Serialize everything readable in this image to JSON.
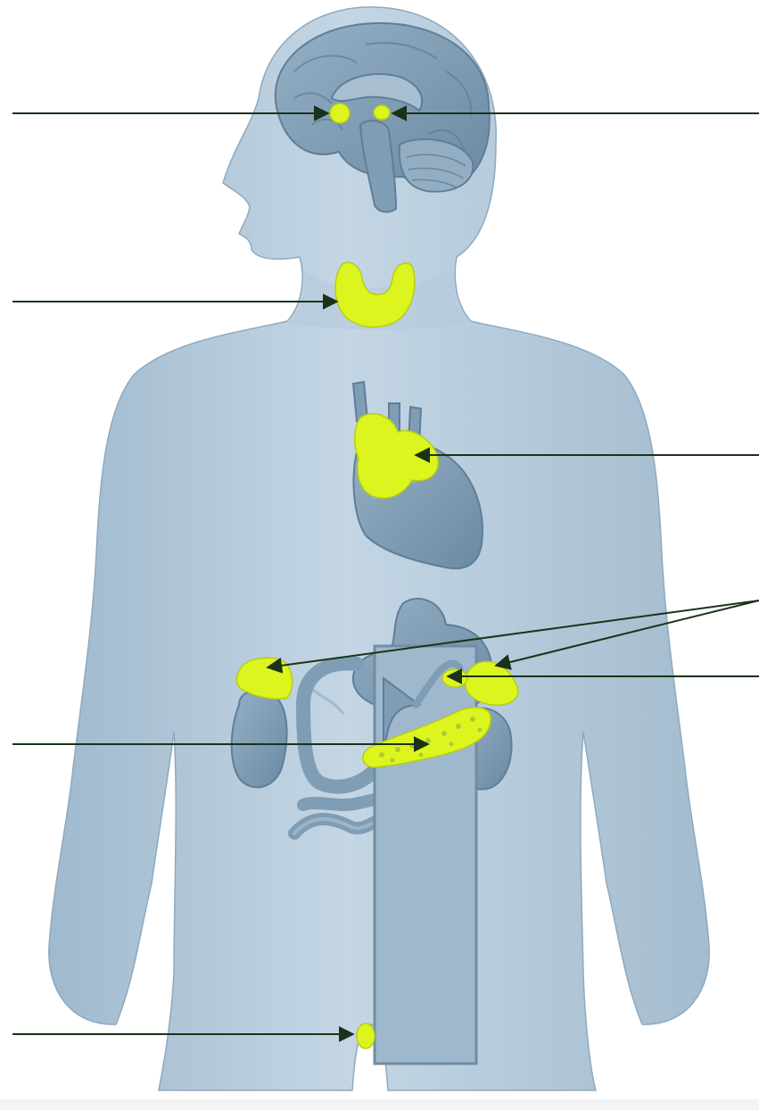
{
  "diagram": {
    "colors": {
      "background": "#ffffff",
      "body": "#a9c2d6",
      "body_light": "#c6d7e5",
      "body_edge": "#8aa5bb",
      "organ": "#7f9db5",
      "organ_dark": "#5f7e98",
      "organ_light": "#a8bfd1",
      "gland": "#dcf51e",
      "gland_edge": "#b7cd14",
      "pointer": "#1a3318",
      "strip": "#f2f3f5"
    },
    "icons": {
      "pointer_head": "arrow-head"
    },
    "glands": [
      {
        "id": "pituitary",
        "highlighted": true
      },
      {
        "id": "pineal",
        "highlighted": true
      },
      {
        "id": "thyroid",
        "highlighted": true
      },
      {
        "id": "thymus",
        "highlighted": true
      },
      {
        "id": "adrenal-right",
        "highlighted": true
      },
      {
        "id": "adrenal-left",
        "highlighted": true
      },
      {
        "id": "pancreas",
        "highlighted": true
      },
      {
        "id": "ovary",
        "highlighted": true
      },
      {
        "id": "testis",
        "highlighted": true
      }
    ],
    "labels": []
  }
}
